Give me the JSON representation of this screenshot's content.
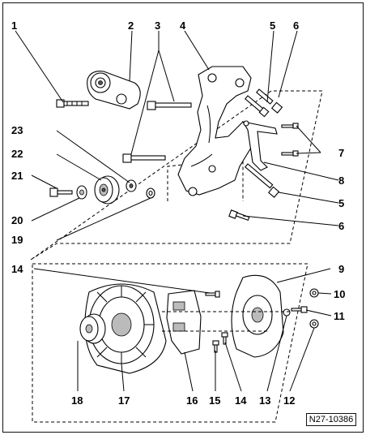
{
  "diagram": {
    "reference_code": "N27-10386",
    "callouts": [
      "1",
      "2",
      "3",
      "4",
      "5",
      "6",
      "7",
      "8",
      "9",
      "10",
      "11",
      "12",
      "13",
      "14",
      "15",
      "16",
      "17",
      "18",
      "19",
      "20",
      "21",
      "22",
      "23"
    ]
  }
}
